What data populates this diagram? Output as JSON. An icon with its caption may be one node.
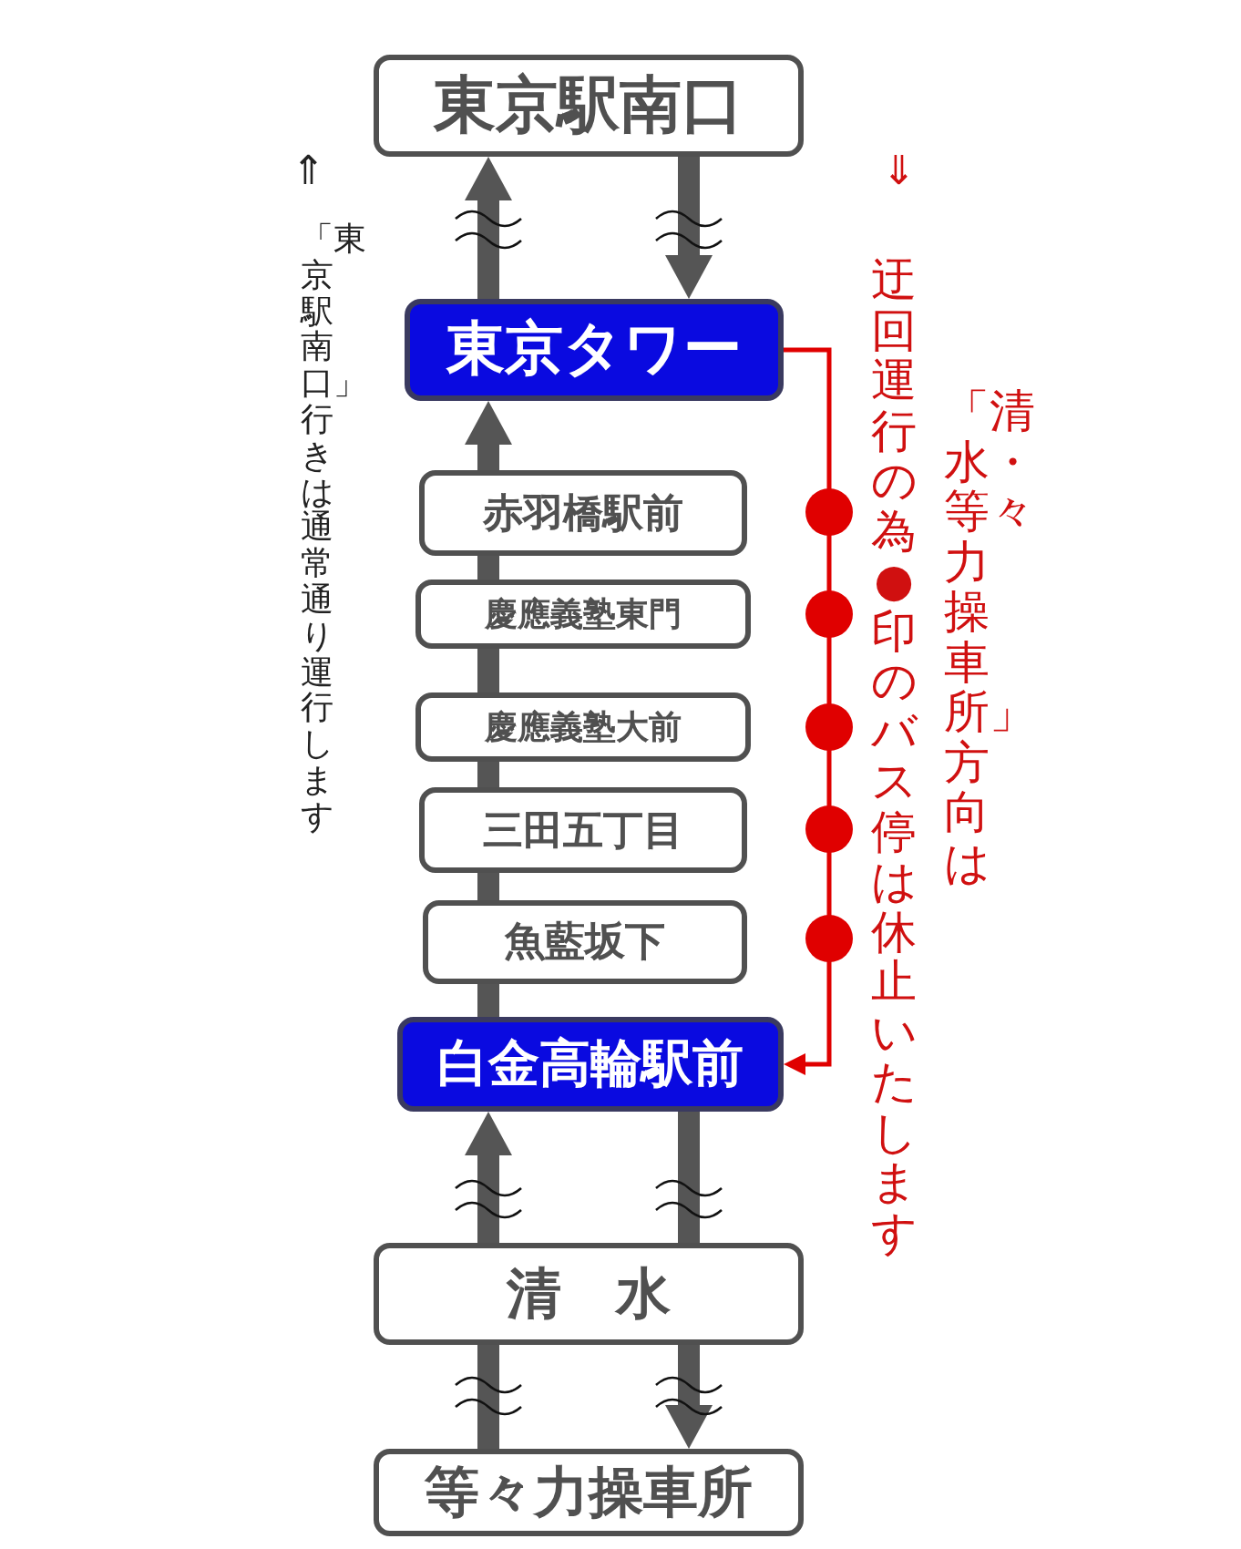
{
  "diagram": {
    "nodes": [
      {
        "text": [
          "東京駅南口"
        ]
      },
      {
        "text": [
          "東京タワー"
        ]
      },
      {
        "text": [
          "赤羽橋駅前"
        ]
      },
      {
        "text": [
          "慶應義塾東門"
        ]
      },
      {
        "text": [
          "慶應義塾大前"
        ]
      },
      {
        "text": [
          "三田五丁目"
        ]
      },
      {
        "text": [
          "魚藍坂下"
        ]
      },
      {
        "text": [
          "白金高輪駅前"
        ]
      },
      {
        "text": [
          "清　水"
        ]
      },
      {
        "text": [
          "等々力操車所"
        ]
      }
    ],
    "edges": [
      {
        "from": 1,
        "to": 0,
        "arrow": "to"
      },
      {
        "from": 0,
        "to": 1,
        "arrow": "to"
      },
      {
        "from": 2,
        "to": 1,
        "arrow": "to"
      },
      {
        "from": 3,
        "to": 2,
        "arrow": "none"
      },
      {
        "from": 4,
        "to": 3,
        "arrow": "none"
      },
      {
        "from": 5,
        "to": 4,
        "arrow": "none"
      },
      {
        "from": 6,
        "to": 5,
        "arrow": "none"
      },
      {
        "from": 7,
        "to": 6,
        "arrow": "none"
      },
      {
        "from": 1,
        "to": 7,
        "arrow": "to",
        "color": "#e00000"
      },
      {
        "from": 8,
        "to": 7,
        "arrow": "to"
      },
      {
        "from": 7,
        "to": 8,
        "arrow": "none"
      },
      {
        "from": 9,
        "to": 8,
        "arrow": "none"
      },
      {
        "from": 8,
        "to": 9,
        "arrow": "to"
      }
    ],
    "labels": [
      "⇑",
      "「東京駅南口」行きは通常通り運行します",
      "⇓",
      "「清水・等々力操車所」方向は",
      "迂回運行の為●印のバス停は休止いたします"
    ]
  }
}
